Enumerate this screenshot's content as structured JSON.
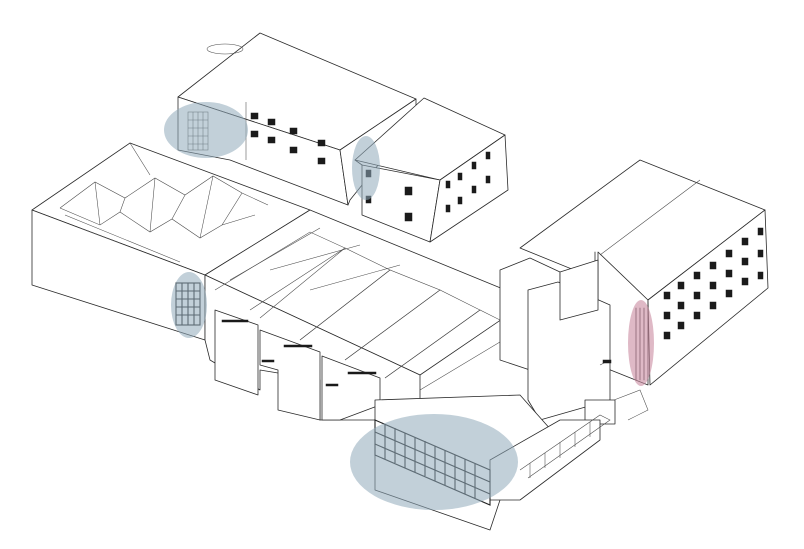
{
  "colors": {
    "background": "#ffffff",
    "line": "#2a2a2a",
    "highlight_blue": "#a9bfcc",
    "highlight_red": "#d9a3b3"
  },
  "highlights": [
    {
      "label": "blue-area",
      "color": "blue"
    },
    {
      "label": "blue-area",
      "color": "blue"
    },
    {
      "label": "blue-area",
      "color": "blue"
    },
    {
      "label": "blue-area",
      "color": "blue"
    },
    {
      "label": "red-area",
      "color": "red"
    }
  ]
}
